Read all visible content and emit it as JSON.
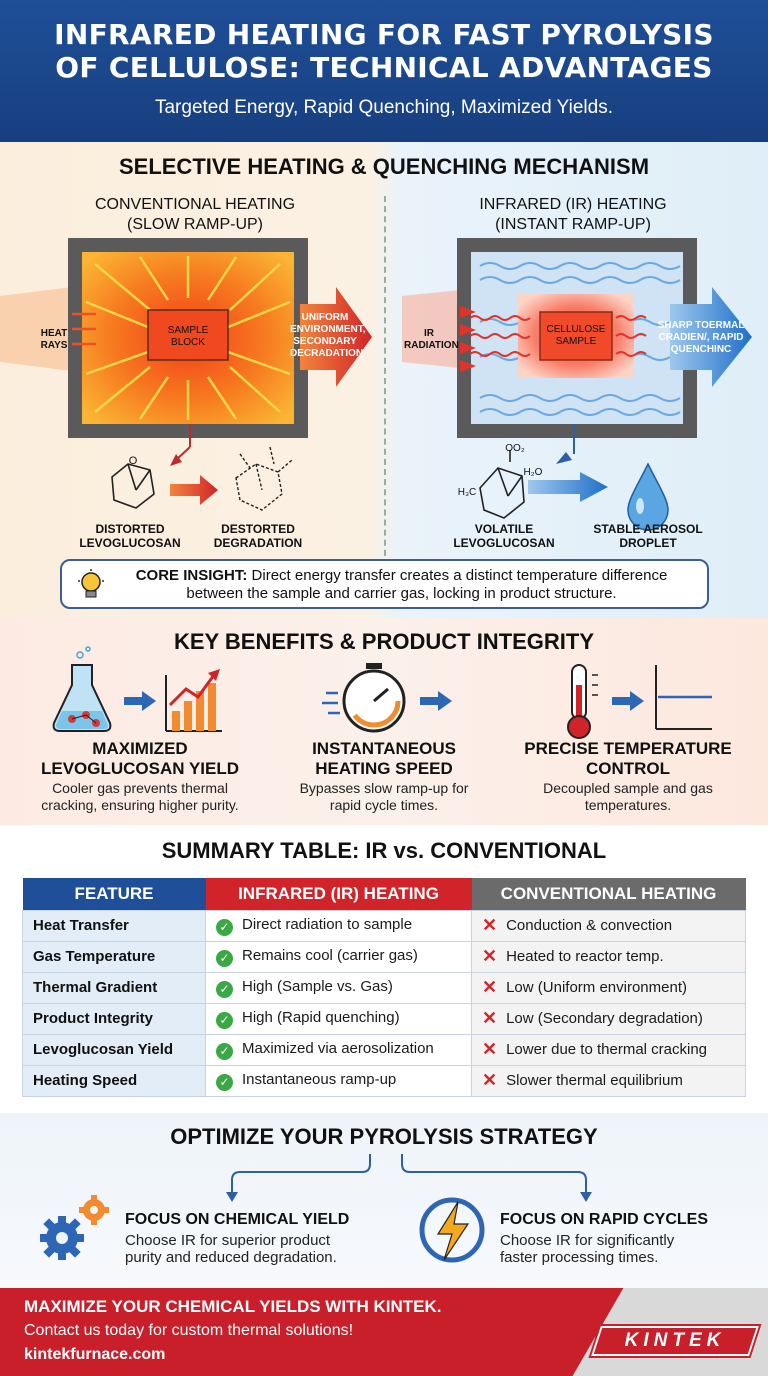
{
  "header": {
    "title_line1": "INFRARED HEATING FOR FAST PYROLYSIS",
    "title_line2": "OF CELLULOSE: TECHNICAL ADVANTAGES",
    "subtitle": "Targeted Energy, Rapid Quenching, Maximized Yields."
  },
  "mechanism": {
    "title": "SELECTIVE HEATING & QUENCHING MECHANISM",
    "conventional": {
      "title": "CONVENTIONAL HEATING",
      "subtitle": "(SLOW RAMP-UP)",
      "input_label_1": "HEAT",
      "input_label_2": "RAYS",
      "sample_line1": "SAMPLE",
      "sample_line2": "BLOCK",
      "output_line1": "UNIFORM",
      "output_line2": "ENVIRONMENT,",
      "output_line3": "SECONDARY",
      "output_line4": "DECRADATION",
      "product1_line1": "DISTORTED",
      "product1_line2": "LEVOGLUCOSAN",
      "product2_line1": "DESTORTED",
      "product2_line2": "DEGRADATION"
    },
    "infrared": {
      "title": "INFRARED (IR) HEATING",
      "subtitle": "(INSTANT RAMP-UP)",
      "input_label_1": "IR",
      "input_label_2": "RADIATION",
      "sample_line1": "CELLULOSE",
      "sample_line2": "SAMPLE",
      "output_line1": "SHARP TOERMAL",
      "output_line2": "CRADIEN/, RAPID",
      "output_line3": "QUENCHINC",
      "mol_label_1": "O",
      "mol_label_2": "OO₂",
      "mol_label_3": "H₂O",
      "mol_label_4": "H₃C",
      "product1_line1": "VOLATILE",
      "product1_line2": "LEVOGLUCOSAN",
      "product2_line1": "STABLE AEROSOL",
      "product2_line2": "DROPLET"
    },
    "insight_label": "CORE INSIGHT:",
    "insight_line1": " Direct energy transfer creates a distinct temperature difference",
    "insight_line2": "between the sample and carrier gas, locking in product structure."
  },
  "benefits": {
    "title": "KEY BENEFITS & PRODUCT INTEGRITY",
    "items": [
      {
        "title1": "MAXIMIZED",
        "title2": "LEVOGLUCOSAN YIELD",
        "desc1": "Cooler gas prevents thermal",
        "desc2": "cracking, ensuring higher purity."
      },
      {
        "title1": "INSTANTANEOUS",
        "title2": "HEATING SPEED",
        "desc1": "Bypasses slow ramp-up for",
        "desc2": "rapid cycle times."
      },
      {
        "title1": "PRECISE TEMPERATURE",
        "title2": "CONTROL",
        "desc1": "Decoupled sample and gas",
        "desc2": "temperatures."
      }
    ]
  },
  "summary": {
    "title": "SUMMARY TABLE: IR vs. CONVENTIONAL",
    "headers": [
      "FEATURE",
      "INFRARED (IR) HEATING",
      "CONVENTIONAL HEATING"
    ],
    "rows": [
      {
        "feature": "Heat Transfer",
        "ir": "Direct radiation to sample",
        "conv": "Conduction & convection"
      },
      {
        "feature": "Gas Temperature",
        "ir": "Remains cool (carrier gas)",
        "conv": "Heated to reactor temp."
      },
      {
        "feature": "Thermal Gradient",
        "ir": "High (Sample vs. Gas)",
        "conv": "Low (Uniform environment)"
      },
      {
        "feature": "Product Integrity",
        "ir": "High (Rapid quenching)",
        "conv": "Low (Secondary degradation)"
      },
      {
        "feature": "Levoglucosan Yield",
        "ir": "Maximized via aerosolization",
        "conv": "Lower due to thermal cracking"
      },
      {
        "feature": "Heating Speed",
        "ir": "Instantaneous ramp-up",
        "conv": "Slower thermal equilibrium"
      }
    ]
  },
  "optimize": {
    "title": "OPTIMIZE YOUR PYROLYSIS STRATEGY",
    "left": {
      "title": "FOCUS ON CHEMICAL YIELD",
      "desc1": "Choose IR for superior product",
      "desc2": "purity and reduced degradation."
    },
    "right": {
      "title": "FOCUS ON RAPID CYCLES",
      "desc1": "Choose IR for significantly",
      "desc2": "faster processing times."
    }
  },
  "footer": {
    "line1": "MAXIMIZE YOUR CHEMICAL YIELDS WITH KINTEK.",
    "line2": "Contact us today for custom thermal solutions!",
    "line3": "kintekfurnace.com",
    "logo": "KINTEK"
  },
  "colors": {
    "header_blue": "#1f4f98",
    "accent_red": "#c81f2a",
    "check_green": "#3aa845",
    "conventional_header_grey": "#6b6b6b"
  }
}
